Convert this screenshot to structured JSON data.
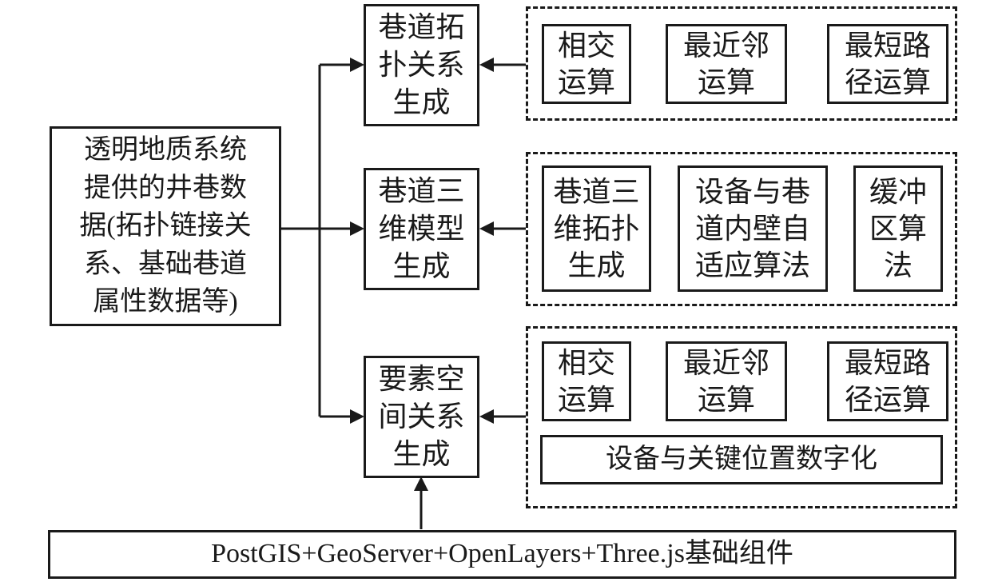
{
  "diagram": {
    "source_box": {
      "text": "透明地质系统提供的井巷数据(拓扑链接关系、基础巷道属性数据等)"
    },
    "process_boxes": [
      {
        "label": "巷道拓扑关系生成"
      },
      {
        "label": "巷道三维模型生成"
      },
      {
        "label": "要素空间关系生成"
      }
    ],
    "algorithm_groups": [
      {
        "items": [
          {
            "label": "相交运算"
          },
          {
            "label": "最近邻运算"
          },
          {
            "label": "最短路径运算"
          }
        ]
      },
      {
        "items": [
          {
            "label": "巷道三维拓扑生成"
          },
          {
            "label": "设备与巷道内壁自适应算法"
          },
          {
            "label": "缓冲区算法"
          }
        ]
      },
      {
        "items": [
          {
            "label": "相交运算"
          },
          {
            "label": "最近邻运算"
          },
          {
            "label": "最短路径运算"
          }
        ],
        "footer": "设备与关键位置数字化"
      }
    ],
    "base_box": {
      "text": "PostGIS+GeoServer+OpenLayers+Three.js基础组件"
    },
    "colors": {
      "line": "#1a1a1a",
      "background": "#ffffff",
      "text": "#1a1a1a"
    }
  }
}
